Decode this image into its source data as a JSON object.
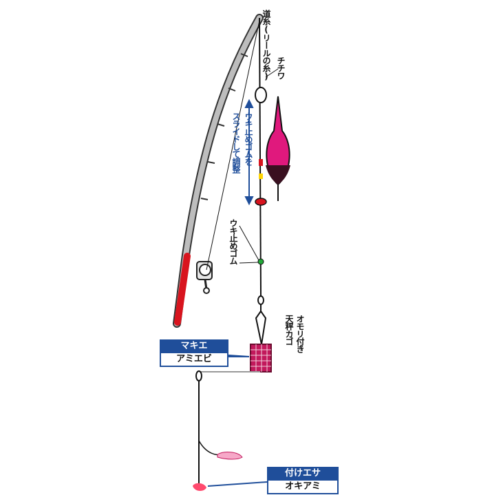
{
  "labels": {
    "main_line": "道糸(リールの糸)",
    "stopper_knot": "チチワ",
    "adjust_note_1": "ウキ止めゴムを",
    "adjust_note_2": "スライドして調整",
    "stopper_rubber": "ウキ止めゴム",
    "sinker_basket_1": "天秤カゴ",
    "sinker_basket_2": "オモリ付き"
  },
  "chum_box": {
    "title": "マキエ",
    "value": "アミエビ"
  },
  "bait_box": {
    "title": "付けエサ",
    "value": "オキアミ"
  },
  "colors": {
    "accent_blue": "#1f4e9a",
    "float_pink": "#e0197d",
    "rod_red": "#d8141e",
    "basket_pink": "#c2185b",
    "stopper_green": "#22a838"
  }
}
